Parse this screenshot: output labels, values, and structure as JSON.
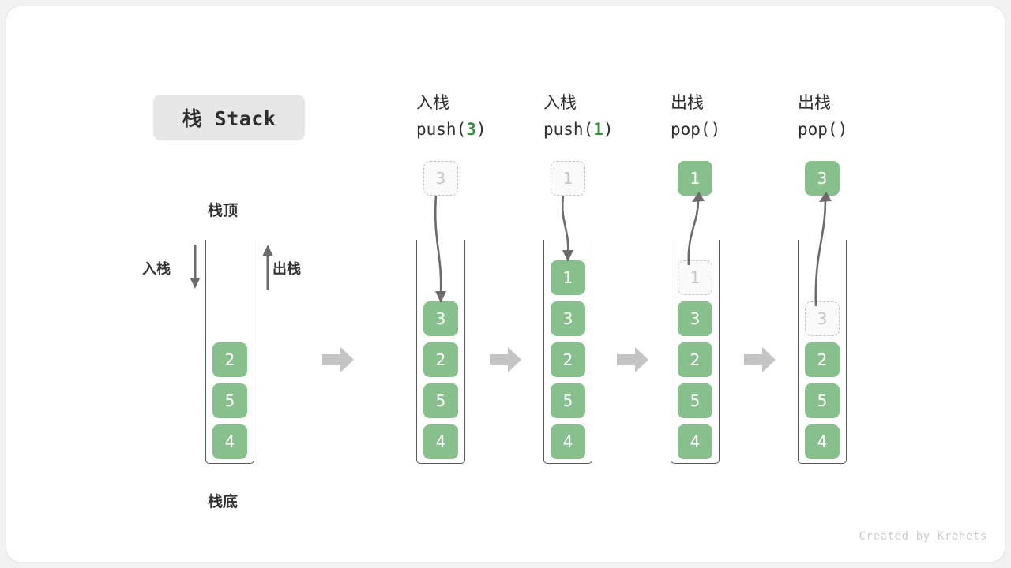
{
  "title": {
    "chip_label": "栈 Stack"
  },
  "legend": {
    "top_label": "栈顶",
    "bottom_label": "栈底",
    "push_side_label": "入栈",
    "pop_side_label": "出栈"
  },
  "footer": {
    "credit": "Created by Krahets"
  },
  "colors": {
    "element_green": "#88c08d",
    "code_number_green": "#3c8c46",
    "ghost_border": "#c2c2c2",
    "ghost_text": "#c6c6c6",
    "stack_wall": "#5a5a5a",
    "step_arrow": "#c4c4c4",
    "chip_background": "#e7e7e7",
    "curve_arrow": "#6e6a6a",
    "footer_text": "#cccccc"
  },
  "initial_stack": {
    "elements": [
      "2",
      "5",
      "4"
    ]
  },
  "steps": [
    {
      "id": "push-3",
      "head_cn": "入栈",
      "head_code_prefix": "push(",
      "head_code_number": "3",
      "head_code_suffix": ")",
      "floating_value": "3",
      "floating_state": "ghost",
      "arrow_direction": "down",
      "stack_elements": [
        "3",
        "2",
        "5",
        "4"
      ],
      "stack_ghost_index": -1
    },
    {
      "id": "push-1",
      "head_cn": "入栈",
      "head_code_prefix": "push(",
      "head_code_number": "1",
      "head_code_suffix": ")",
      "floating_value": "1",
      "floating_state": "ghost",
      "arrow_direction": "down",
      "stack_elements": [
        "1",
        "3",
        "2",
        "5",
        "4"
      ],
      "stack_ghost_index": -1
    },
    {
      "id": "pop-1",
      "head_cn": "出栈",
      "head_code_prefix": "pop(",
      "head_code_number": "",
      "head_code_suffix": ")",
      "floating_value": "1",
      "floating_state": "solid",
      "arrow_direction": "up",
      "stack_elements": [
        "1",
        "3",
        "2",
        "5",
        "4"
      ],
      "stack_ghost_index": 0
    },
    {
      "id": "pop-3",
      "head_cn": "出栈",
      "head_code_prefix": "pop(",
      "head_code_number": "",
      "head_code_suffix": ")",
      "floating_value": "3",
      "floating_state": "solid",
      "arrow_direction": "up",
      "stack_elements": [
        "3",
        "2",
        "5",
        "4"
      ],
      "stack_ghost_index": 0
    }
  ]
}
